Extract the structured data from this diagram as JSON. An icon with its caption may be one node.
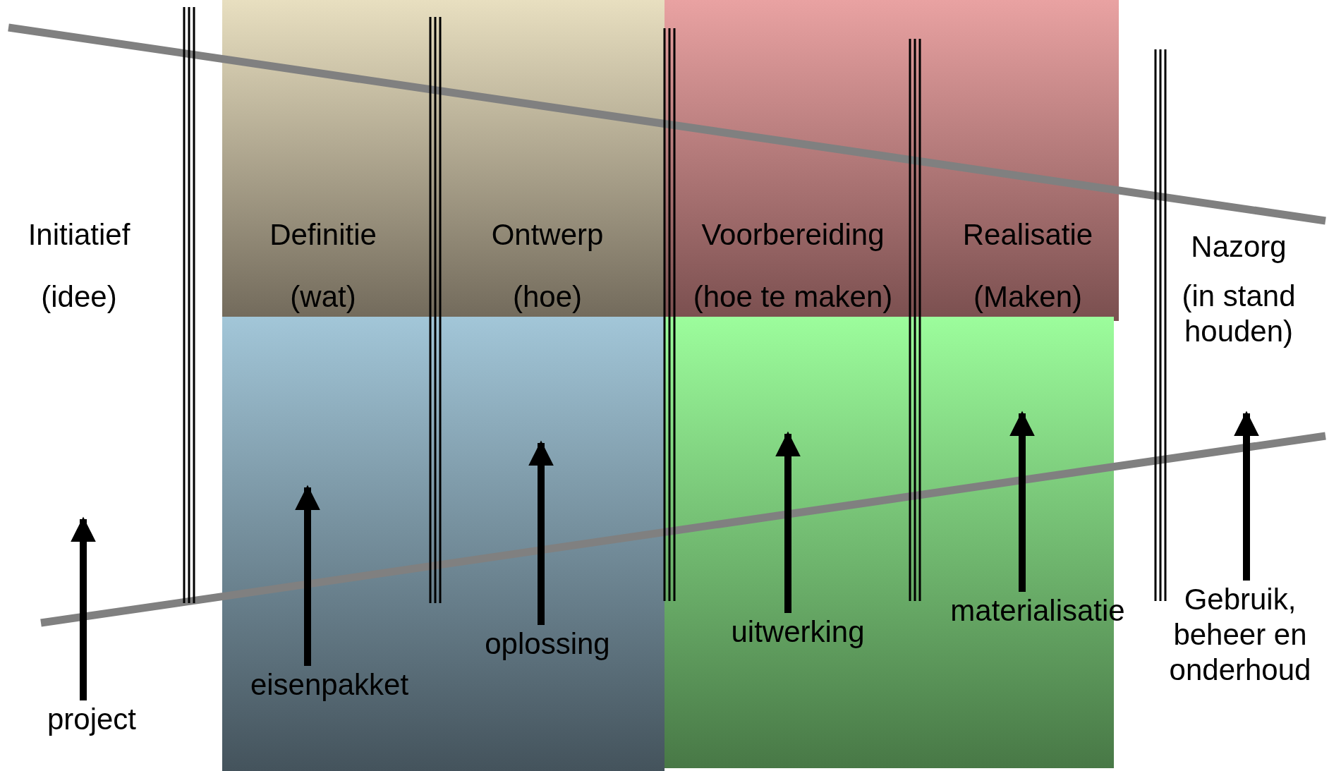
{
  "diagram": {
    "nodes": [
      {
        "text": [
          "Initiatief",
          "(idee)"
        ]
      },
      {
        "text": [
          "Definitie",
          "(wat)"
        ]
      },
      {
        "text": [
          "Ontwerp",
          "(hoe)"
        ]
      },
      {
        "text": [
          "Voorbereiding",
          "(hoe te maken)"
        ]
      },
      {
        "text": [
          "Realisatie",
          "(Maken)"
        ]
      },
      {
        "text": [
          "Nazorg",
          "(in stand houden)"
        ]
      },
      {
        "text": [
          "project"
        ]
      },
      {
        "text": [
          "eisenpakket"
        ]
      },
      {
        "text": [
          "oplossing"
        ]
      },
      {
        "text": [
          "uitwerking"
        ]
      },
      {
        "text": [
          "materialisatie"
        ]
      },
      {
        "text": [
          "Gebruik, beheer en onderhoud"
        ]
      }
    ],
    "edges": [
      {
        "from": 6,
        "to": null,
        "arrow": "to"
      },
      {
        "from": 7,
        "to": null,
        "arrow": "to"
      },
      {
        "from": 8,
        "to": null,
        "arrow": "to"
      },
      {
        "from": 9,
        "to": null,
        "arrow": "to"
      },
      {
        "from": 10,
        "to": null,
        "arrow": "to"
      },
      {
        "from": 11,
        "to": null,
        "arrow": "to"
      }
    ]
  }
}
